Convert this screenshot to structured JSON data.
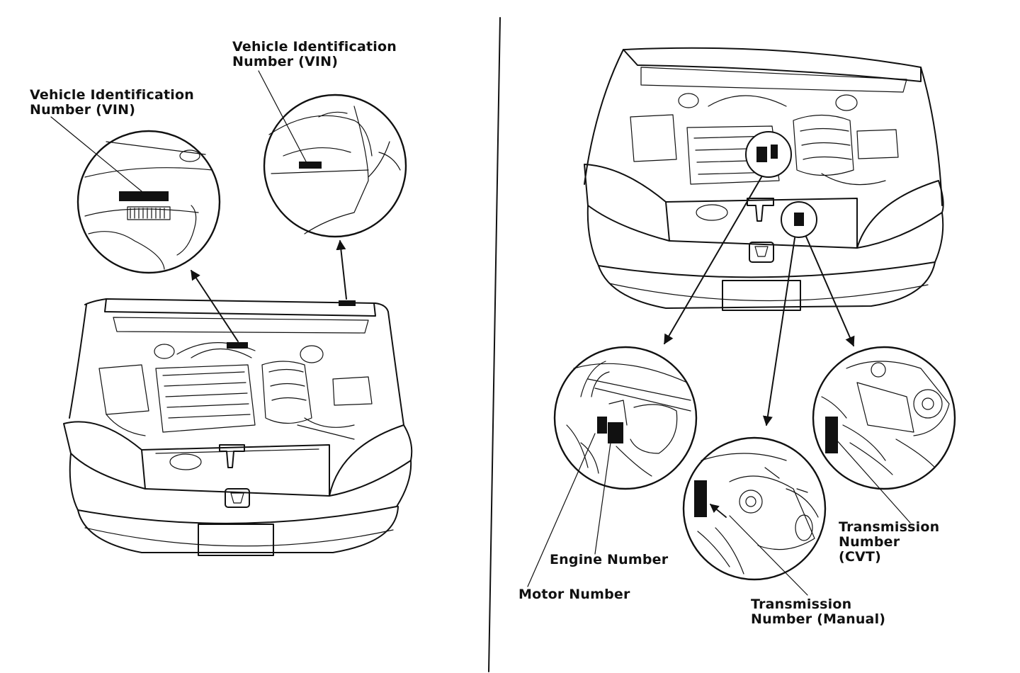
{
  "labels": {
    "vin_left": {
      "line1": "Vehicle Identification",
      "line2": "Number (VIN)"
    },
    "vin_right": {
      "line1": "Vehicle Identification",
      "line2": "Number (VIN)"
    },
    "engine_number": "Engine Number",
    "motor_number": "Motor Number",
    "trans_manual": {
      "line1": "Transmission",
      "line2": "Number (Manual)"
    },
    "trans_cvt": {
      "line1": "Transmission",
      "line2": "Number",
      "line3": "(CVT)"
    }
  },
  "colors": {
    "ink": "#111111",
    "paper": "#ffffff"
  }
}
